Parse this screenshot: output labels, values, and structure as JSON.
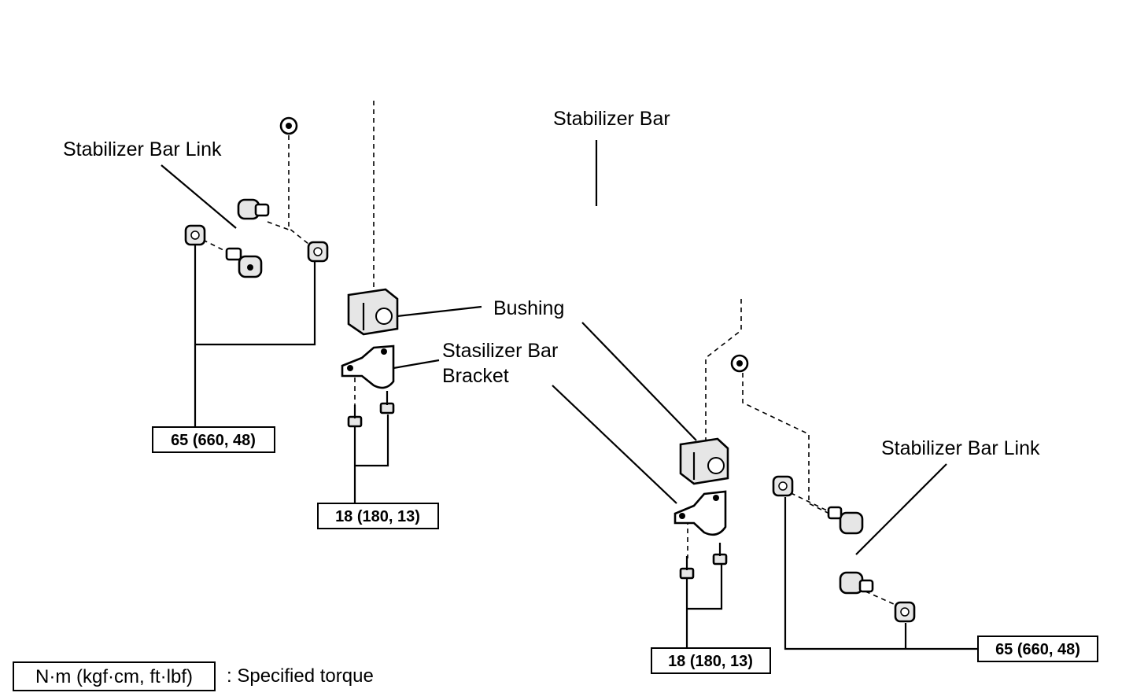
{
  "labels": {
    "stabilizer_bar": "Stabilizer Bar",
    "link_left": "Stabilizer Bar Link",
    "link_right": "Stabilizer Bar Link",
    "bushing": "Bushing",
    "bracket_line1": "Stasilizer Bar",
    "bracket_line2": "Bracket"
  },
  "torques": {
    "link_left": "65 (660, 48)",
    "bracket_left": "18 (180, 13)",
    "bracket_right": "18 (180, 13)",
    "link_right": "65 (660, 48)"
  },
  "legend": {
    "unit": "N·m (kgf·cm, ft·lbf)",
    "description": ": Specified torque"
  }
}
